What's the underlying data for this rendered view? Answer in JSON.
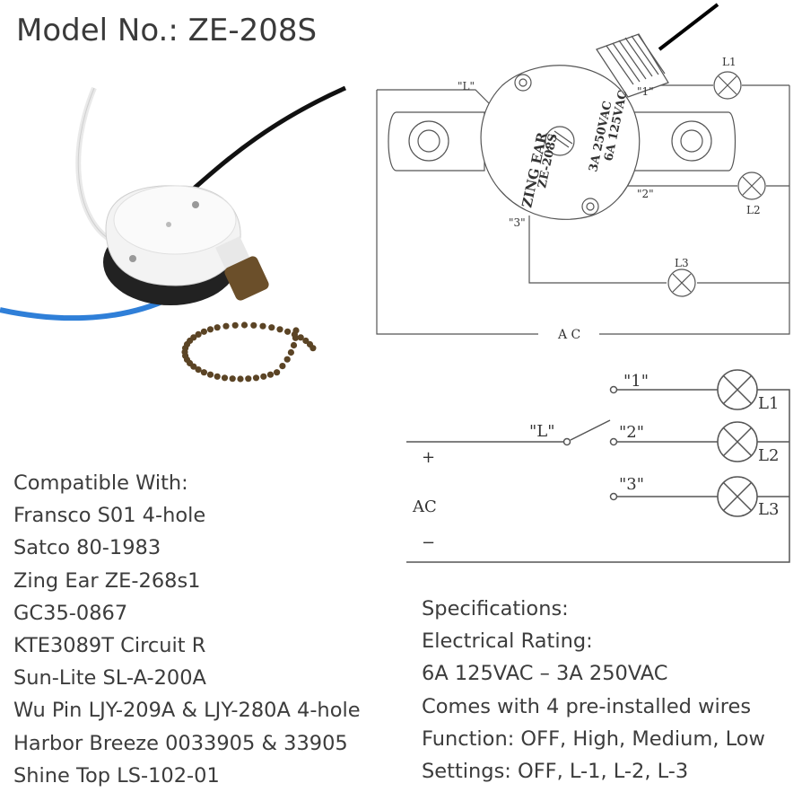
{
  "title": "Model No.: ZE-208S",
  "product_body_text": {
    "brand": "ZING EAR",
    "model": "ZE-208S",
    "rating_a": "3A 250VAC",
    "rating_b": "6A 125VAC"
  },
  "diagram_top": {
    "terminal_L": "\"L\"",
    "terminal_1": "\"1\"",
    "terminal_2": "\"2\"",
    "terminal_3": "\"3\"",
    "lamp_1": "L1",
    "lamp_2": "L2",
    "lamp_3": "L3",
    "supply": "A C"
  },
  "diagram_bottom": {
    "terminal_L": "\"L\"",
    "terminal_1": "\"1\"",
    "terminal_2": "\"2\"",
    "terminal_3": "\"3\"",
    "lamp_1": "L1",
    "lamp_2": "L2",
    "lamp_3": "L3",
    "supply": "AC",
    "plus": "+",
    "minus": "−"
  },
  "compatible": {
    "heading": "Compatible With:",
    "items": [
      "Fransco S01 4-hole",
      "Satco 80-1983",
      "Zing Ear ZE-268s1",
      "GC35-0867",
      "KTE3089T Circuit R",
      "Sun-Lite SL-A-200A",
      "Wu Pin LJY-209A & LJY-280A 4-hole",
      "Harbor Breeze 0033905 & 33905",
      "Shine Top LS-102-01"
    ]
  },
  "specifications": {
    "heading": "Specifications:",
    "lines": [
      "Electrical Rating:",
      "6A 125VAC – 3A 250VAC",
      "Comes with 4 pre-installed wires",
      "Function: OFF, High, Medium, Low",
      "Settings: OFF, L-1, L-2, L-3"
    ]
  },
  "colors": {
    "wire_black": "#111111",
    "wire_white": "#f4f4f4",
    "wire_blue": "#2f7fd8",
    "chain_bronze": "#5b4425",
    "line": "#555555"
  }
}
